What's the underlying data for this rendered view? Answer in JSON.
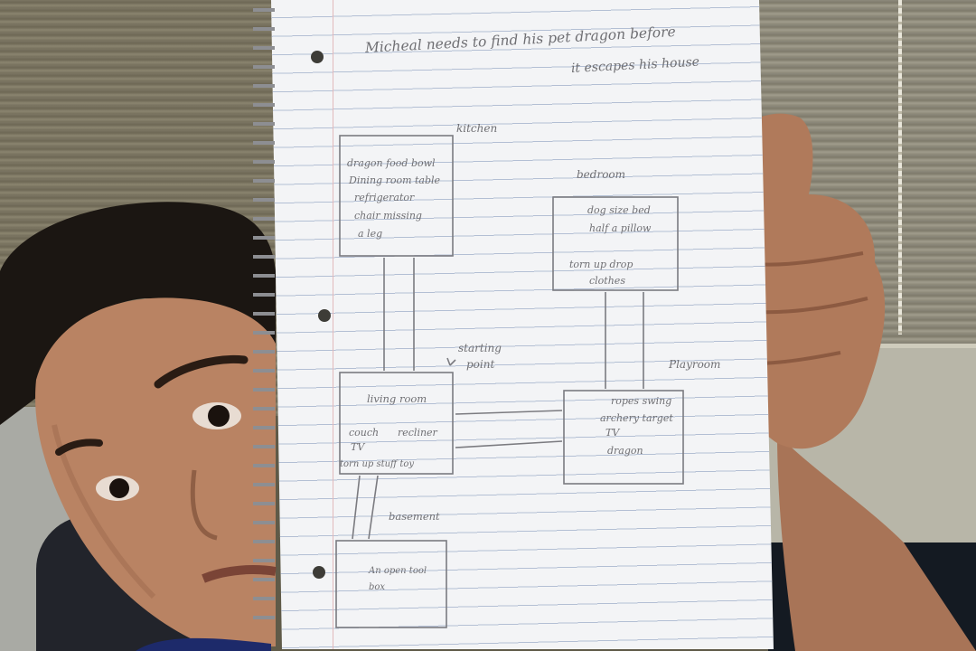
{
  "note": {
    "title_line1": "Micheal needs to find his pet dragon before",
    "title_line2": "it escapes his house"
  },
  "rooms": {
    "kitchen": {
      "label": "kitchen",
      "items": [
        "dragon food bowl",
        "Dining room table",
        "refrigerator",
        "chair missing",
        "a leg"
      ]
    },
    "bedroom": {
      "label": "bedroom",
      "items": [
        "dog size bed",
        "half a pillow",
        "torn up drop",
        "clothes"
      ]
    },
    "living_room": {
      "label": "living room",
      "items": [
        "couch",
        "recliner",
        "TV",
        "torn up stuff toy"
      ]
    },
    "playroom": {
      "label": "Playroom",
      "items": [
        "ropes swing",
        "archery target",
        "TV",
        "dragon"
      ]
    },
    "basement": {
      "label": "basement",
      "items": [
        "An open tool",
        "box"
      ]
    }
  },
  "path_label_1": "starting",
  "path_label_2": "point"
}
